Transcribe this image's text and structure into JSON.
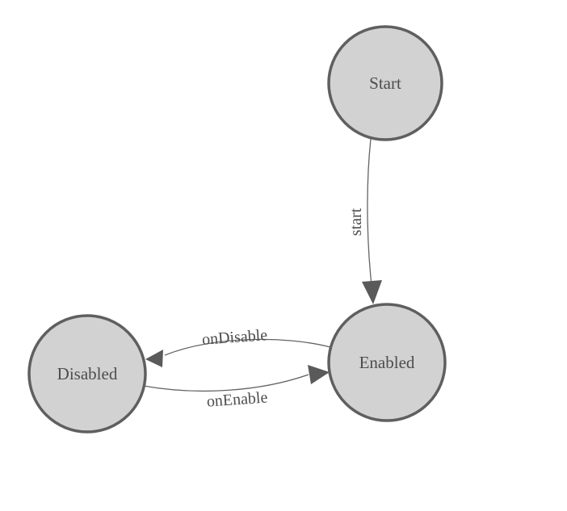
{
  "diagram": {
    "type": "state-machine",
    "background_color": "#ffffff",
    "colors": {
      "node_fill": "#d2d2d2",
      "node_stroke": "#5f5f5f",
      "edge_stroke": "#646464",
      "arrow_fill": "#5a5a5a",
      "text": "#4d4d4d"
    },
    "nodes": [
      {
        "id": "start",
        "label": "Start"
      },
      {
        "id": "enabled",
        "label": "Enabled"
      },
      {
        "id": "disabled",
        "label": "Disabled"
      }
    ],
    "edges": [
      {
        "id": "start-transition",
        "label": "start",
        "from": "Start",
        "to": "Enabled"
      },
      {
        "id": "ondisable-transition",
        "label": "onDisable",
        "from": "Enabled",
        "to": "Disabled"
      },
      {
        "id": "onenable-transition",
        "label": "onEnable",
        "from": "Disabled",
        "to": "Enabled"
      }
    ]
  }
}
